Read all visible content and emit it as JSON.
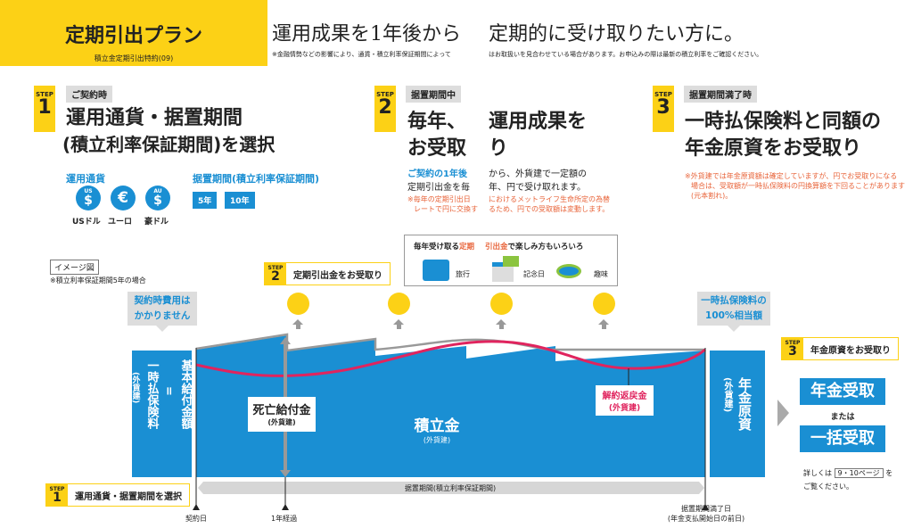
{
  "header": {
    "plan_title": "定期引出プラン",
    "plan_subtitle": "積立金定期引出特約(09)",
    "headline_1": "運用成果を1年後から",
    "headline_2": "定期的に受け取りたい方に。",
    "note_1": "※金融情勢などの影響により、通貨・積立利率保証期間によって",
    "note_2": "はお取扱いを見合わせている場合があります。お申込みの際は最新の積立利率をご確認ください。"
  },
  "steps": [
    {
      "step_label": "STEP",
      "number": "1",
      "tag": "ご契約時",
      "title_line1": "運用通貨・据置期間",
      "title_line2": "(積立利率保証期間)を選択",
      "currency_heading": "運用通貨",
      "currencies": [
        {
          "top": "US",
          "symbol": "$",
          "label": "USドル"
        },
        {
          "top": "",
          "symbol": "€",
          "label": "ユーロ"
        },
        {
          "top": "AU",
          "symbol": "$",
          "label": "豪ドル"
        }
      ],
      "period_heading": "据置期間(積立利率保証期間)",
      "periods": [
        "5年",
        "10年"
      ]
    },
    {
      "step_label": "STEP",
      "number": "2",
      "tag": "据置期間中",
      "col1_line1": "毎年、",
      "col1_line2": "お受取",
      "col2_line1": "運用成果を",
      "col2_line2": "り",
      "body_col1_line1": "ご契約の1年後",
      "body_col1_line2": "定期引出金を毎",
      "body_col2_line1": "から、外貨建で一定額の",
      "body_col2_line2": "年、円で受け取れます。",
      "note_col1_line1": "※毎年の定期引出日",
      "note_col1_line2": "レートで円に交換す",
      "note_col2_line1": "におけるメットライフ生命所定の為替",
      "note_col2_line2": "るため、円での受取額は変動します。"
    },
    {
      "step_label": "STEP",
      "number": "3",
      "tag": "据置期間満了時",
      "title_line1": "一時払保険料と同額の",
      "title_line2": "年金原資をお受取り",
      "note_line1": "※外貨建では年金原資額は確定していますが、円でお受取りになる",
      "note_line2": "場合は、受取額が一時払保険料の円換算額を下回ることがあります",
      "note_line3": "(元本割れ)。"
    }
  ],
  "diagram": {
    "image_label": "イメージ図",
    "image_note": "※積立利率保証期間5年の場合",
    "bubble_left_line1": "契約時費用は",
    "bubble_left_line2": "かかりません",
    "bubble_right_line1": "一時払保険料の",
    "bubble_right_line2": "100%相当額",
    "step2_callout": {
      "step_label": "STEP",
      "number": "2",
      "label": "定期引出金をお受取り"
    },
    "step1_callout": {
      "step_label": "STEP",
      "number": "1",
      "label": "運用通貨・据置期間を選択"
    },
    "step3_callout": {
      "step_label": "STEP",
      "number": "3",
      "label": "年金原資をお受取り"
    },
    "uses_box": {
      "title_a": "毎年受け取る",
      "title_b": "定期",
      "title_c": "引出金",
      "title_d": "で楽しみ方もいろいろ",
      "items": [
        {
          "icon": "suitcase-icon",
          "label": "旅行"
        },
        {
          "icon": "calendar-icon",
          "label": "記念日"
        },
        {
          "icon": "golf-club-icon",
          "label": "趣味"
        }
      ]
    },
    "left_box": {
      "col1": "基本給付金額",
      "eq": "=",
      "col2": "一時払保険料",
      "col3": "(外貨建)"
    },
    "death_benefit": {
      "title": "死亡給付金",
      "sub": "(外貨建)"
    },
    "reserve": {
      "title": "積立金",
      "sub": "(外貨建)"
    },
    "surrender": {
      "title": "解約返戻金",
      "sub": "(外貨建)"
    },
    "right_box": {
      "title": "年金原資",
      "sub": "(外貨建)"
    },
    "period_bar": "据置期間(積立利率保証期間)",
    "ticks": {
      "start": "契約日",
      "year1": "1年経過",
      "end_line1": "据置期間満了日",
      "end_line2": "(年金支払開始日の前日)"
    },
    "option_1": "年金受取",
    "or": "または",
    "option_2": "一括受取",
    "detail_a": "詳しくは",
    "detail_link": "9・10ページ",
    "detail_b": "を",
    "detail_c": "ご覧ください。"
  },
  "colors": {
    "yellow": "#fcd116",
    "blue": "#1a8fd3",
    "pink": "#e0245e",
    "orange": "#e8643a",
    "gray": "#999999"
  }
}
